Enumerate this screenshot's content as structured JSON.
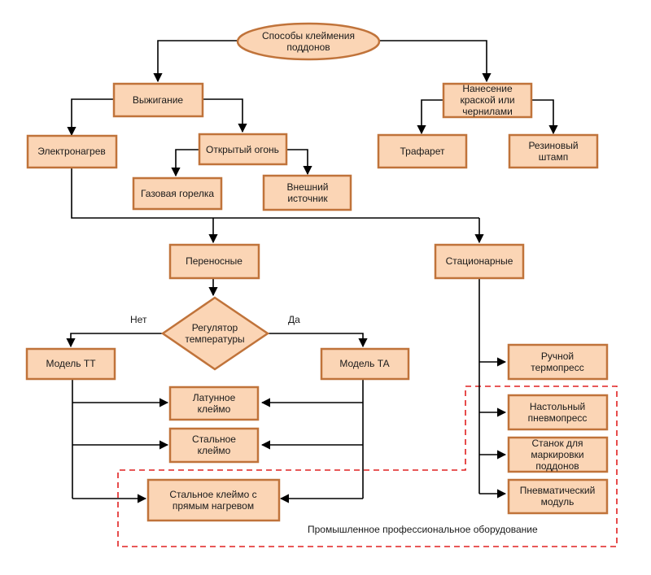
{
  "diagram": {
    "nodes": {
      "root": "Способы клеймения поддонов",
      "burning": "Выжигание",
      "paint": "Нанесение краской или чернилами",
      "electric": "Электронагрев",
      "fire": "Открытый огонь",
      "gas": "Газовая горелка",
      "external": "Внешний источник",
      "stencil": "Трафарет",
      "rubber": "Резиновый штамп",
      "portable": "Переносные",
      "stationary": "Стационарные",
      "regulator": "Регулятор температуры",
      "model_tt": "Модель ТТ",
      "model_ta": "Модель ТА",
      "brass": "Латунное клеймо",
      "steel": "Стальное клеймо",
      "steel_direct": "Стальное клеймо с прямым нагревом",
      "hand_press": "Ручной термопресс",
      "desk_press": "Настольный пневмопресс",
      "machine": "Станок для маркировки поддонов",
      "pneumatic": "Пневматический модуль"
    },
    "branch_labels": {
      "no": "Нет",
      "yes": "Да"
    },
    "zone_label": "Промышленное профессиональное оборудование"
  }
}
